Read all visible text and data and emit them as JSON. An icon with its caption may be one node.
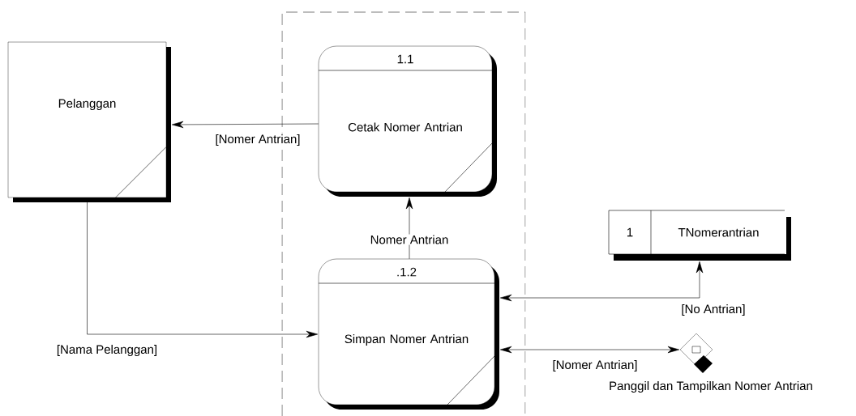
{
  "diagram": {
    "nodes": [
      {
        "text": [
          "Pelanggan"
        ]
      },
      {
        "text": [
          "1.1",
          "Cetak Nomer Antrian"
        ]
      },
      {
        "text": [
          ".1.2",
          "Simpan Nomer Antrian"
        ]
      },
      {
        "text": [
          "1",
          "TNomerantrian"
        ]
      },
      {
        "text": [],
        "shape": "diamond",
        "beside": [
          "Panggil dan Tampilkan Nomer Antrian"
        ]
      }
    ],
    "edges": [
      {
        "from": 1,
        "to": 0,
        "arrow": "to",
        "label": "[Nomer Antrian]"
      },
      {
        "from": 0,
        "to": 2,
        "arrow": "to",
        "label": "[Nama Pelanggan]"
      },
      {
        "from": 2,
        "to": 1,
        "arrow": "to",
        "label": "Nomer Antrian"
      },
      {
        "from": 3,
        "to": 2,
        "arrow": "both",
        "label": "[No Antrian]"
      },
      {
        "from": 2,
        "to": 4,
        "arrow": "both",
        "label": "[Nomer Antrian]"
      }
    ]
  }
}
